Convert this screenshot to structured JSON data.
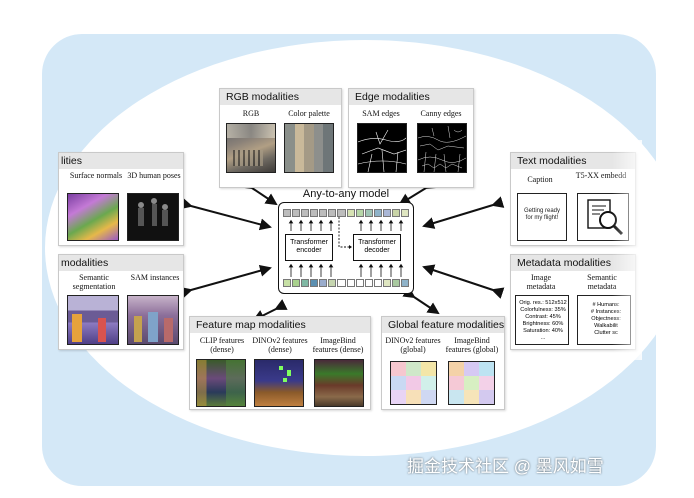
{
  "center": {
    "title": "Any-to-any model",
    "encoder": "Transformer encoder",
    "decoder": "Transformer decoder",
    "top_tokens": [
      "#bdbdbd",
      "#bdbdbd",
      "#bdbdbd",
      "#bdbdbd",
      "#bdbdbd",
      "#bdbdbd",
      "#bdbdbd",
      "#d7e3b4",
      "#b7d7a8",
      "#9fc5b5",
      "#8fb3c9",
      "#aab7d6",
      "#c9d4a7",
      "#dfe6c1"
    ],
    "bottom_tokens": [
      "#c7e0a5",
      "#a9d18e",
      "#7fb8a4",
      "#5b8fb0",
      "#9aaccc",
      "#c6d6b0",
      "#ffffff",
      "#ffffff",
      "#ffffff",
      "#ffffff",
      "#ffffff",
      "#dfe6c1",
      "#a9c9a0",
      "#8fb3c9"
    ]
  },
  "rgb": {
    "title": "RGB modalities",
    "items": [
      "RGB",
      "Color palette"
    ],
    "palette": [
      "#8a8f8a",
      "#c9b99a",
      "#a49a86",
      "#8d8f8c",
      "#6e7678"
    ]
  },
  "edge": {
    "title": "Edge modalities",
    "items": [
      "SAM edges",
      "Canny edges"
    ]
  },
  "geometric": {
    "title": "lities",
    "items": [
      "Surface normals",
      "3D human poses"
    ]
  },
  "semantic": {
    "title": "modalities",
    "items": [
      "Semantic segmentation",
      "SAM instances"
    ]
  },
  "featuremap": {
    "title": "Feature map modalities",
    "items": [
      "CLIP features (dense)",
      "DINOv2 features (dense)",
      "ImageBind features (dense)"
    ]
  },
  "globalfeat": {
    "title": "Global feature modalities",
    "items": [
      "DINOv2 features (global)",
      "ImageBind features (global)"
    ],
    "grid1": [
      "#f6c7cf",
      "#cfe8c9",
      "#f3e6a8",
      "#c9d9f3",
      "#f2c9e6",
      "#d1f0ea",
      "#e8d4f5",
      "#f7e0b8",
      "#cfd8f2"
    ],
    "grid2": [
      "#f4d2a8",
      "#d6c9f3",
      "#bde3f2",
      "#f5c9d6",
      "#d7efc2",
      "#f3d1e8",
      "#c9e6f0",
      "#f6e4b9",
      "#d3c9ef"
    ]
  },
  "text": {
    "title": "Text modalities",
    "items": [
      "Caption",
      "T5-XX embedd"
    ],
    "caption_text": "Getting ready for my flight!"
  },
  "metadata": {
    "title": "Metadata modalities",
    "items": [
      "Image metadata",
      "Semantic metadata"
    ],
    "image_lines": [
      "Orig. res.: 512x512",
      "Colorfulness: 35%",
      "Contrast: 45%",
      "Brightness: 60%",
      "Saturation: 40%",
      "..."
    ],
    "semantic_lines": [
      "# Humans:",
      "# Instances:",
      "Objectness:",
      "Walkabilit",
      "Clutter sc"
    ]
  },
  "watermark": "掘金技术社区 @ 墨风如雪"
}
